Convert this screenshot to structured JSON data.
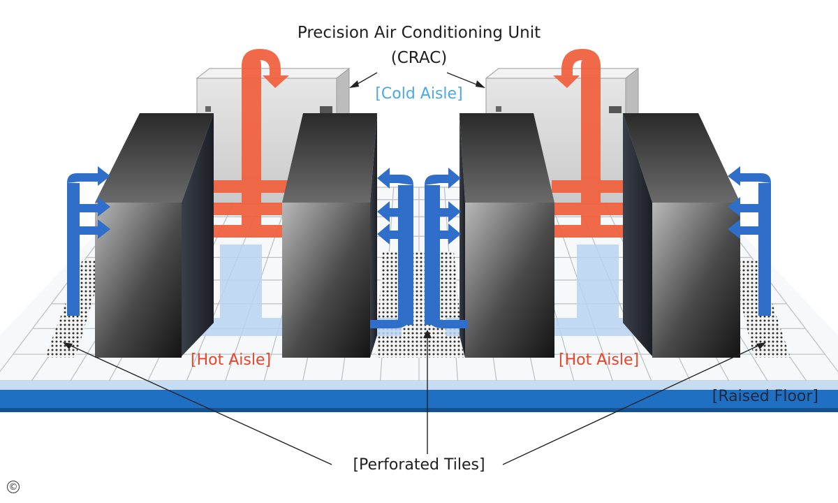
{
  "labels": {
    "title_line1": "Precision Air Conditioning Unit",
    "title_line2": "(CRAC)",
    "cold_aisle": "[Cold Aisle]",
    "hot_aisle_left": "[Hot Aisle]",
    "hot_aisle_right": "[Hot Aisle]",
    "raised_floor": "[Raised Floor]",
    "perforated_tiles": "[Perforated Tiles]",
    "copyright": "©"
  },
  "colors": {
    "cold_air": "#2f6fc9",
    "cold_air_light": "#b9d4f2",
    "hot_air": "#f0623f",
    "raised_floor_band": "#1f6fc2",
    "cold_label": "#4aa8e8",
    "hot_label": "#e8452c"
  }
}
